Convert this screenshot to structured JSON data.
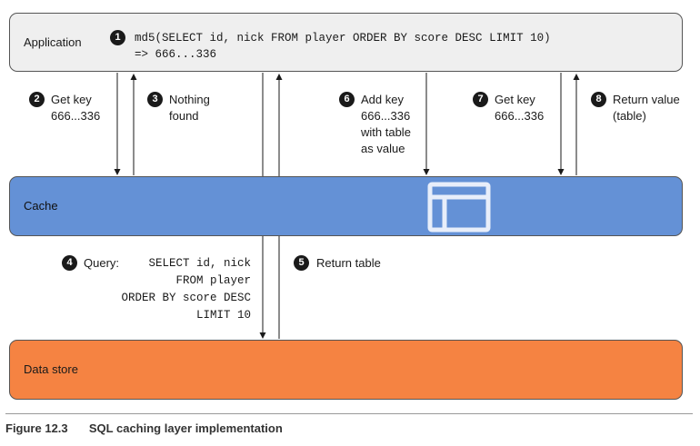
{
  "boxes": {
    "application": "Application",
    "cache": "Cache",
    "data_store": "Data store"
  },
  "application_code": {
    "line1": "md5(SELECT id, nick FROM player ORDER BY score DESC LIMIT 10)",
    "line2": "=> 666...336"
  },
  "steps": [
    {
      "number": "1"
    },
    {
      "number": "2",
      "lines": [
        "Get key",
        "666...336"
      ]
    },
    {
      "number": "3",
      "lines": [
        "Nothing",
        "found"
      ]
    },
    {
      "number": "4",
      "label": "Query:",
      "query_lines": [
        "SELECT id, nick",
        "FROM player",
        "ORDER BY score DESC",
        "LIMIT 10"
      ]
    },
    {
      "number": "5",
      "lines": [
        "Return table"
      ]
    },
    {
      "number": "6",
      "lines": [
        "Add key",
        "666...336",
        "with table",
        "as value"
      ]
    },
    {
      "number": "7",
      "lines": [
        "Get key",
        "666...336"
      ]
    },
    {
      "number": "8",
      "lines": [
        "Return value",
        "(table)"
      ]
    }
  ],
  "icons": {
    "cache_icon": "table-icon"
  },
  "caption": {
    "figure": "Figure 12.3",
    "title": "SQL caching layer implementation"
  }
}
